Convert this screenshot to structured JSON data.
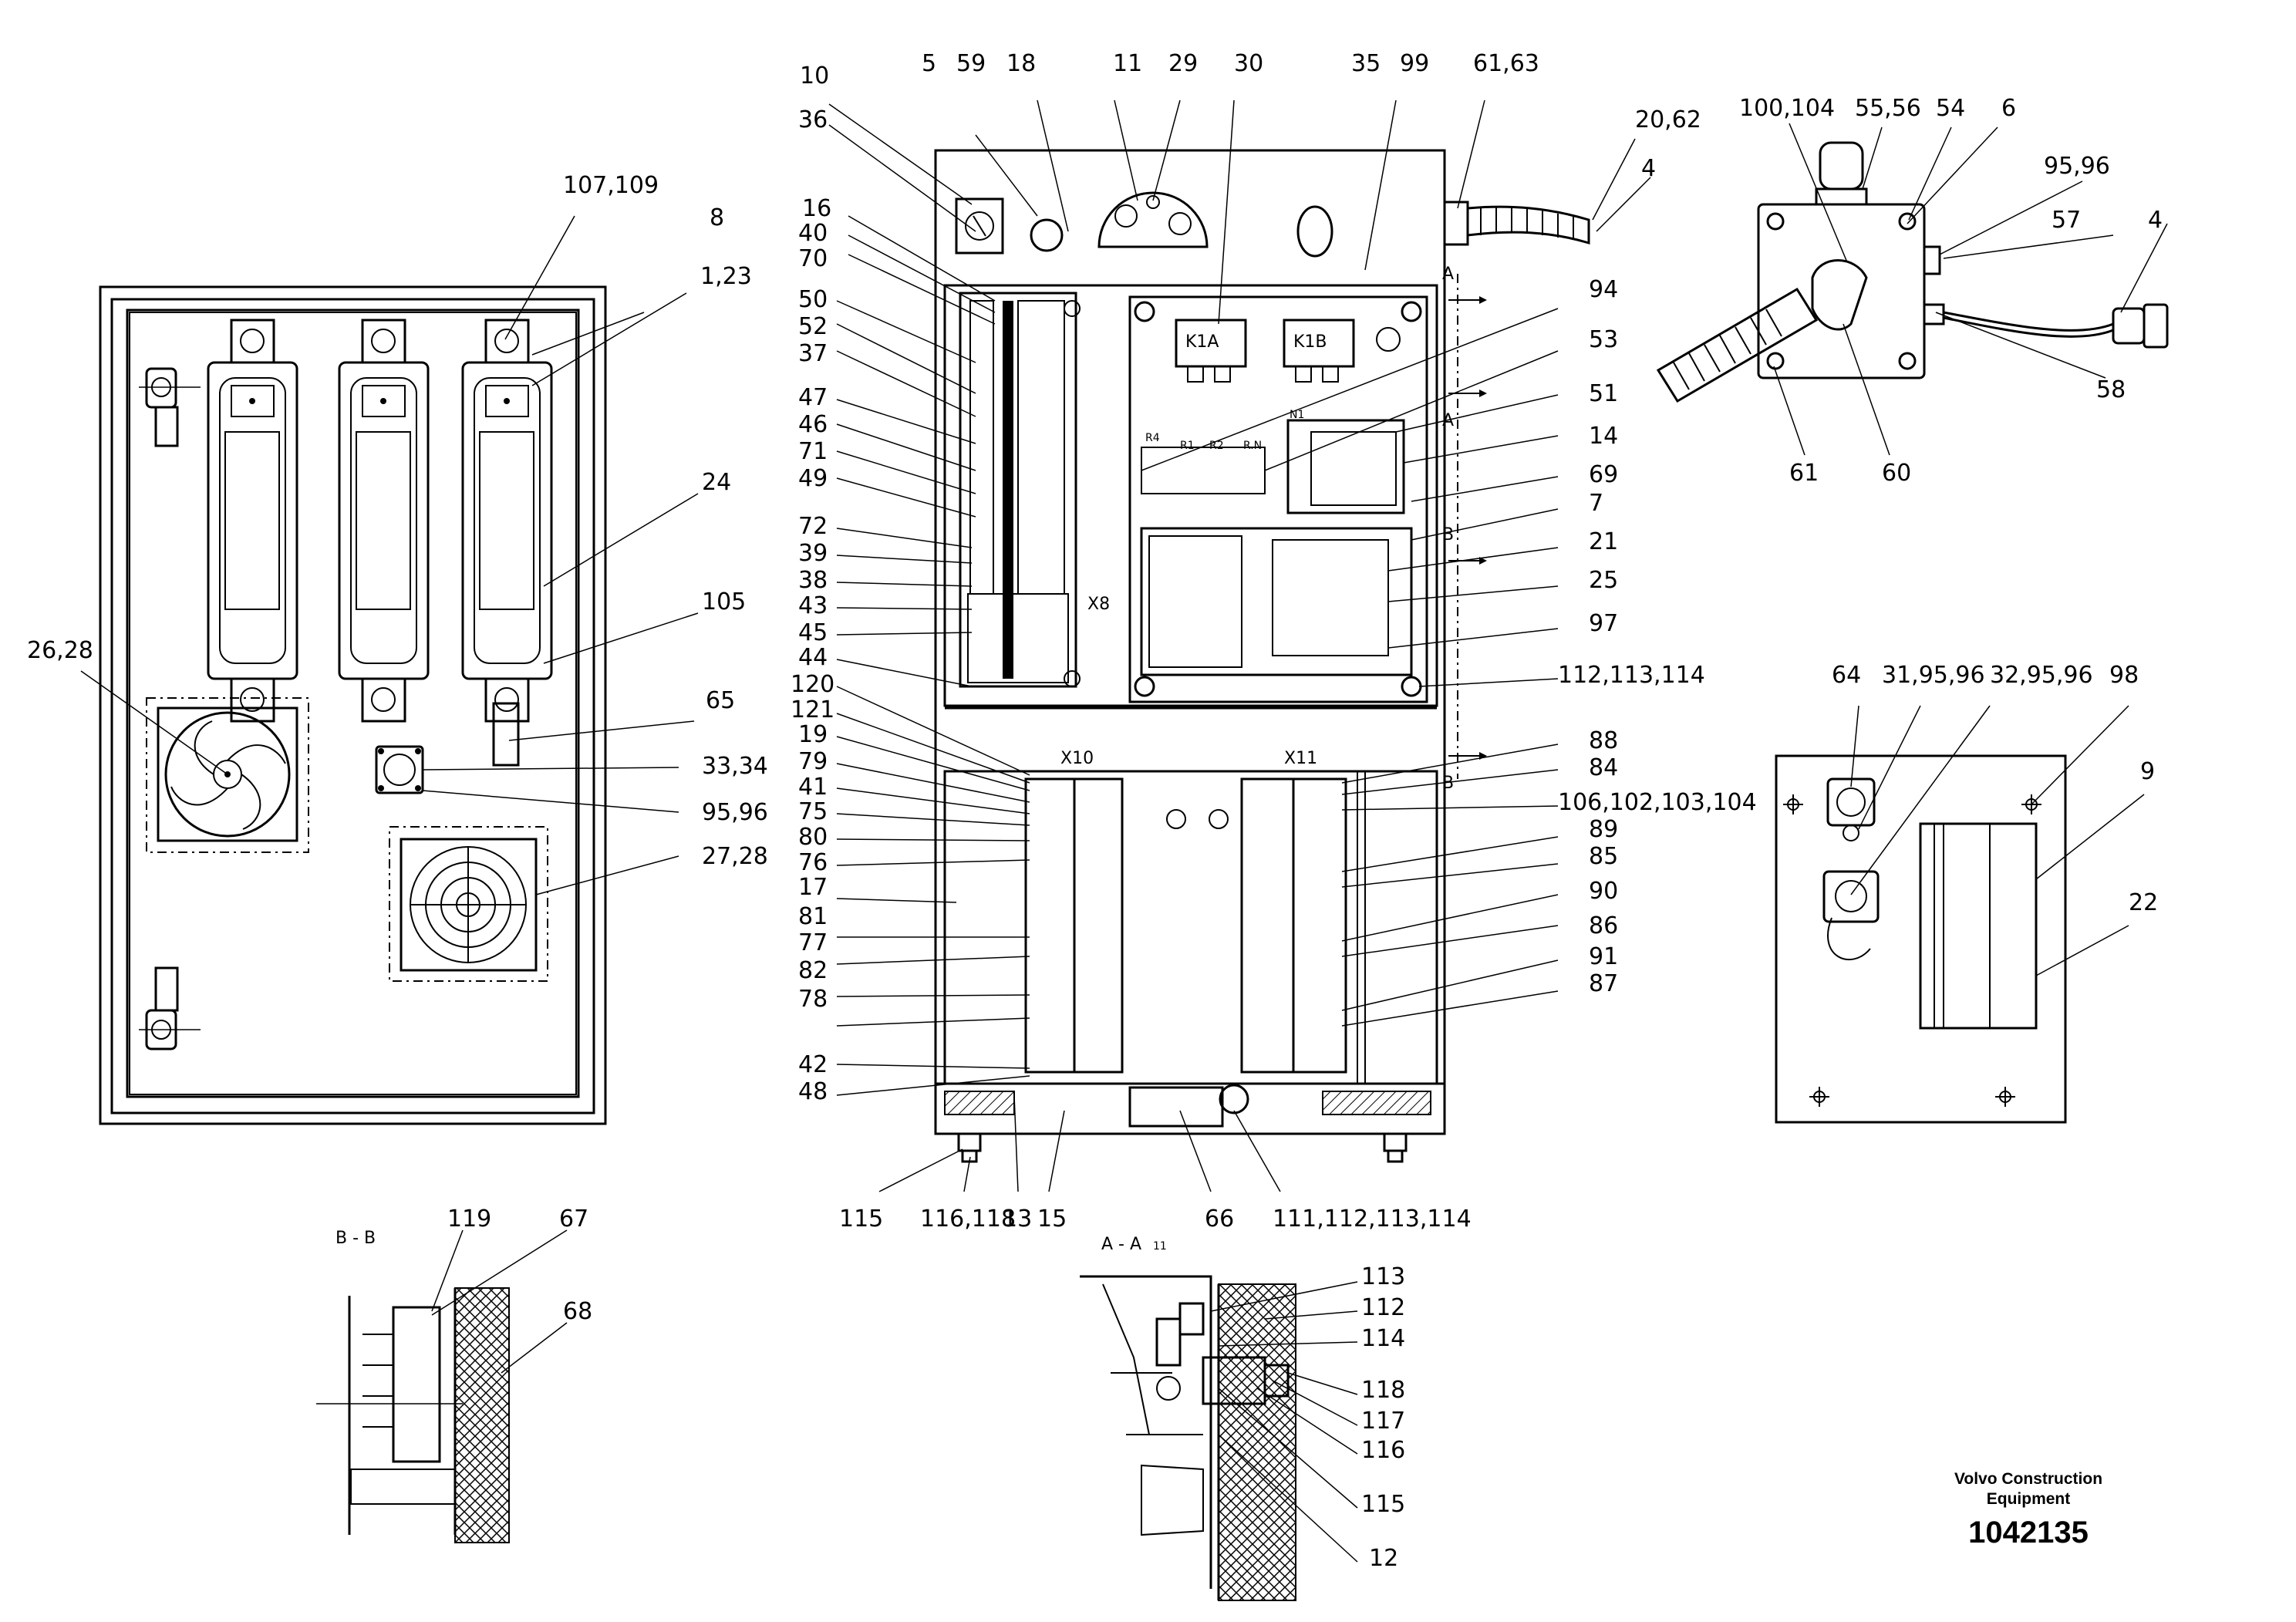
{
  "views": {
    "section_bb": "B - B",
    "section_aa": "A - A",
    "section_aa_ref": "11",
    "section_mark_a": "A",
    "section_mark_b": "B"
  },
  "panel_labels": {
    "k1a": "K1A",
    "k1b": "K1B",
    "x8": "X8",
    "x10": "X10",
    "x11": "X11",
    "r4": "R4",
    "r1": "R1",
    "r2": "R2",
    "rn": "R.N",
    "n1": "N1"
  },
  "callouts": {
    "front_top": [
      "10",
      "5",
      "59",
      "18",
      "11",
      "29",
      "30",
      "35",
      "99",
      "61,63"
    ],
    "front_left": [
      "36",
      "16",
      "40",
      "70",
      "50",
      "52",
      "37",
      "47",
      "46",
      "71",
      "49",
      "72",
      "39",
      "38",
      "43",
      "45",
      "44",
      "120",
      "121",
      "19",
      "79",
      "41",
      "75",
      "80",
      "76",
      "17",
      "81",
      "77",
      "82",
      "78",
      "42",
      "48"
    ],
    "front_right": [
      "94",
      "53",
      "51",
      "14",
      "69",
      "7",
      "21",
      "25",
      "97",
      "112,113,114",
      "88",
      "84",
      "106,102,103,104",
      "89",
      "85",
      "90",
      "86",
      "91",
      "87"
    ],
    "front_bottom": [
      "115",
      "116,118",
      "13",
      "15",
      "66",
      "111,112,113,114"
    ],
    "door_view": [
      "107,109",
      "8",
      "1,23",
      "24",
      "105",
      "26,28",
      "65",
      "33,34",
      "95,96",
      "27,28"
    ],
    "top_right_box": [
      "20,62",
      "4",
      "100,104",
      "55,56",
      "54",
      "6",
      "95,96",
      "57",
      "4",
      "58",
      "61",
      "60"
    ],
    "side_plate": [
      "64",
      "31,95,96",
      "32,95,96",
      "98",
      "9",
      "22"
    ],
    "section_bb_callouts": [
      "119",
      "67",
      "68"
    ],
    "section_aa_callouts": [
      "113",
      "112",
      "114",
      "118",
      "117",
      "116",
      "115",
      "12"
    ]
  },
  "footer": {
    "company_line1": "Volvo Construction",
    "company_line2": "Equipment",
    "document_number": "1042135"
  }
}
